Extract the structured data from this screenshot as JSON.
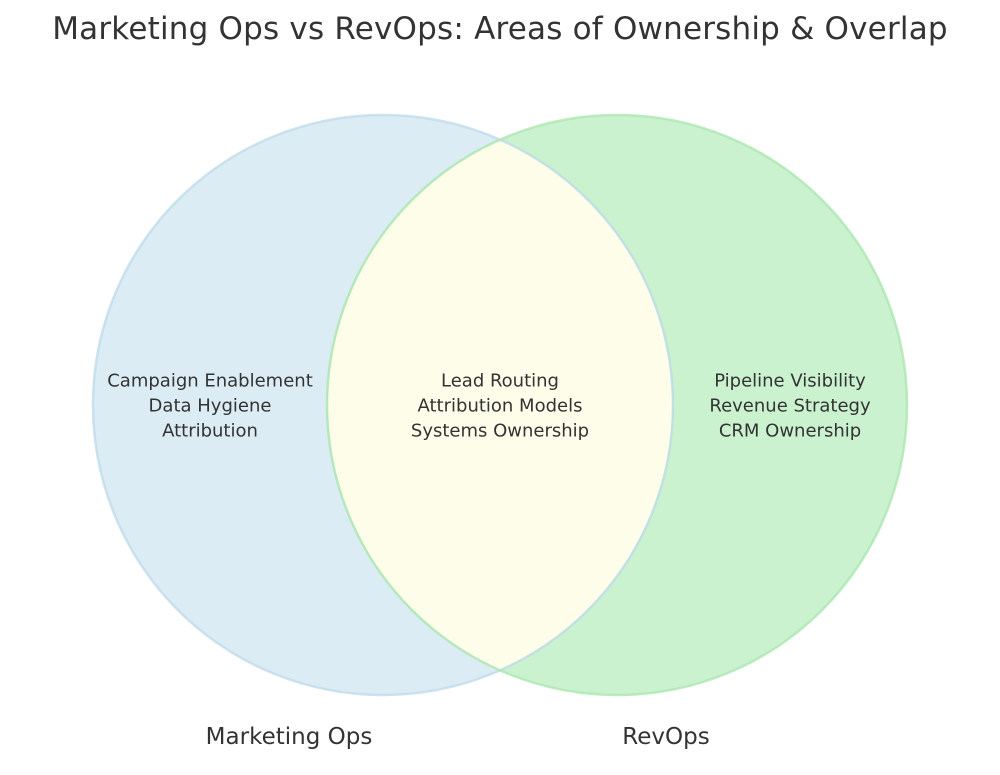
{
  "title": "Marketing Ops vs RevOps: Areas of Ownership & Overlap",
  "diagram": {
    "type": "venn2",
    "text_color": "#333333",
    "left_set": {
      "label": "Marketing Ops",
      "items": [
        "Campaign Enablement",
        "Data Hygiene",
        "Attribution"
      ],
      "fill": "#dcecf5",
      "stroke": "#bedaea"
    },
    "right_set": {
      "label": "RevOps",
      "items": [
        "Pipeline Visibility",
        "Revenue Strategy",
        "CRM Ownership"
      ],
      "fill": "#cbf2ce",
      "stroke": "#a8e6ae"
    },
    "overlap": {
      "items": [
        "Lead Routing",
        "Attribution Models",
        "Systems Ownership"
      ],
      "fill": "#fdfdea"
    }
  }
}
